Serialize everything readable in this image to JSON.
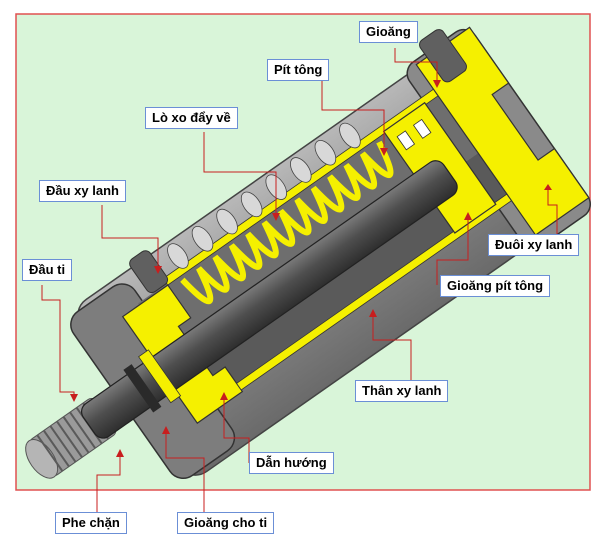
{
  "labels": {
    "gioang": "Gioăng",
    "pit_tong": "Pít tông",
    "lo_xo": "Lò xo đẩy về",
    "dau_xy_lanh": "Đầu xy lanh",
    "duoi_xy_lanh": "Đuôi xy lanh",
    "dau_ti": "Đầu ti",
    "gioang_pit_tong": "Gioăng pít tông",
    "than_xy_lanh": "Thân xy lanh",
    "dan_huong": "Dẫn hướng",
    "phe_chan": "Phe chặn",
    "gioang_cho_ti": "Gioăng cho ti"
  },
  "colors": {
    "background": "#d9f5d9",
    "frame_border": "#e05050",
    "body_gray": "#8a8a8a",
    "body_dark": "#5c5c5c",
    "part_yellow": "#f5f000",
    "leader_red": "#c81e1e",
    "label_border": "#6b8fd6"
  }
}
